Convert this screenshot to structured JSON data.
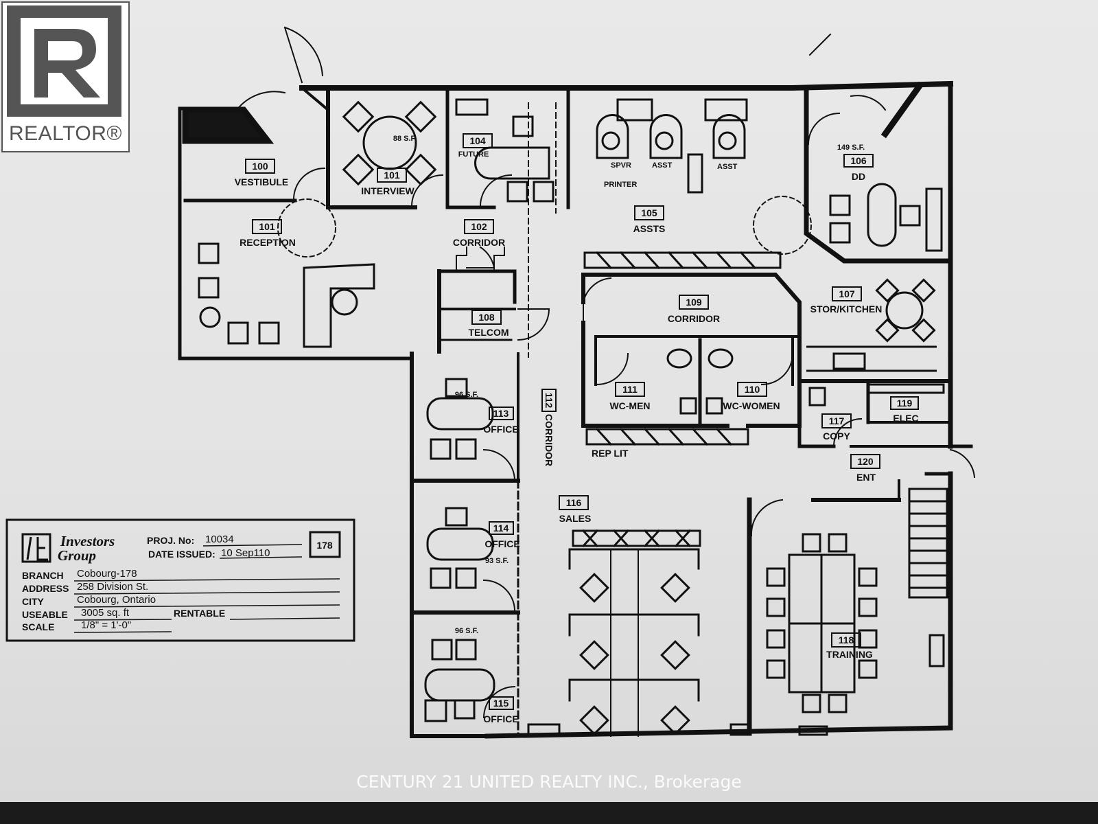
{
  "branding": {
    "realtor_badge": "REALTOR®",
    "watermark": "CENTURY 21 UNITED REALTY INC., Brokerage"
  },
  "rooms": [
    {
      "number": "100",
      "name": "VESTIBULE"
    },
    {
      "number": "101",
      "name": "RECEPTION"
    },
    {
      "number": "101",
      "name": "INTERVIEW"
    },
    {
      "number": "102",
      "name": "CORRIDOR"
    },
    {
      "number": "104",
      "name": "FUTURE",
      "area": "88 S.F."
    },
    {
      "number": "105",
      "name": "ASSTS"
    },
    {
      "number": "106",
      "name": "DD",
      "area": "149 S.F."
    },
    {
      "number": "107",
      "name": "STOR/KITCHEN"
    },
    {
      "number": "108",
      "name": "TELCOM"
    },
    {
      "number": "109",
      "name": "CORRIDOR"
    },
    {
      "number": "110",
      "name": "WC-WOMEN"
    },
    {
      "number": "111",
      "name": "WC-MEN"
    },
    {
      "number": "112",
      "name": "CORRIDOR"
    },
    {
      "number": "113",
      "name": "OFFICE",
      "area": "96 S.F."
    },
    {
      "number": "114",
      "name": "OFFICE",
      "area": "93 S.F."
    },
    {
      "number": "115",
      "name": "OFFICE",
      "area": "96 S.F."
    },
    {
      "number": "116",
      "name": "SALES"
    },
    {
      "number": "117",
      "name": "COPY"
    },
    {
      "number": "118",
      "name": "TRAINING"
    },
    {
      "number": "119",
      "name": "ELEC"
    },
    {
      "number": "120",
      "name": "ENT"
    }
  ],
  "labels": {
    "printer": "PRINTER",
    "spvr": "SPVR",
    "asst1": "ASST",
    "asst2": "ASST",
    "rep_lit": "REP LIT"
  },
  "title_block": {
    "company_line1": "Investors",
    "company_line2": "Group",
    "proj_label": "PROJ. No:",
    "proj_no": "10034",
    "date_label": "DATE ISSUED:",
    "date_issued": "10 Sep110",
    "sheet_no": "178",
    "branch_label": "BRANCH",
    "branch": "Cobourg-178",
    "address_label": "ADDRESS",
    "address": "258 Division St.",
    "city_label": "CITY",
    "city": "Cobourg, Ontario",
    "useable_label": "USEABLE",
    "useable": "3005 sq. ft",
    "rentable_label": "RENTABLE",
    "scale_label": "SCALE",
    "scale": "1/8\" = 1'-0\""
  },
  "colors": {
    "wall": "#111111",
    "paper": "#e6e6e6",
    "badge_gray": "#555555"
  },
  "icons": [
    "realtor-logo-icon"
  ]
}
